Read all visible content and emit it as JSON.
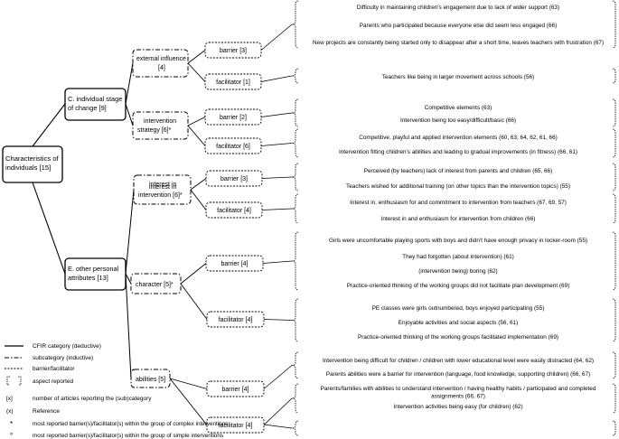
{
  "root": {
    "lines": [
      "Characteristics of",
      "individuals [15]"
    ]
  },
  "categories": [
    {
      "lines": [
        "C. individual stage",
        "of change [9]"
      ]
    },
    {
      "lines": [
        "E. other personal",
        "attributes [13]"
      ]
    }
  ],
  "subcategories": [
    {
      "lines": [
        "external influence",
        "[4]"
      ]
    },
    {
      "lines": [
        "intervention",
        "strategy [6]*"
      ]
    },
    {
      "lines": [
        "interest in",
        "interest in",
        "intervention [6]*"
      ]
    },
    {
      "lines": [
        "character [5]*"
      ]
    },
    {
      "lines": [
        "abilities [5]"
      ]
    }
  ],
  "types": [
    {
      "label": "barrier [3]"
    },
    {
      "label": "facilitator [1]"
    },
    {
      "label": "barrier [2]"
    },
    {
      "label": "facilitator [6]"
    },
    {
      "label": "barrier [3]"
    },
    {
      "label": "facilitator [4]"
    },
    {
      "label": "barrier [4]"
    },
    {
      "label": "facilitator [4]"
    },
    {
      "label": "barrier [4]"
    },
    {
      "label": "facilitator [4]"
    }
  ],
  "aspects": [
    {
      "lines": [
        "Difficulty in maintaining children's engagement due to lack of wider support (63)"
      ]
    },
    {
      "lines": [
        "Parents who participated because everyone else did seem less engaged (66)"
      ]
    },
    {
      "lines": [
        "New projects are constantly being started only to disappear after a short time, leaves teachers with frustration (67)"
      ]
    },
    {
      "lines": [
        "Teachers like being in larger movement across schools (56)"
      ]
    },
    {
      "lines": [
        "Competitive elements (63)"
      ]
    },
    {
      "lines": [
        "Intervention being too easy/difficult/basic (66)"
      ]
    },
    {
      "lines": [
        "Competitive, playful and applied intervention elements (60, 63, 64, 62, 61, 66)"
      ]
    },
    {
      "lines": [
        "Intervention fitting children's abilities and leading to gradual improvements (in fitness) (66, 61)"
      ]
    },
    {
      "lines": [
        "Perceived (by teachers) lack of interest from parents and children (65, 66)"
      ]
    },
    {
      "lines": [
        "Teachers wished for additional training (on other topics than the intervention topics) (55)"
      ]
    },
    {
      "lines": [
        "Interest in, enthusiasm for and commitment to intervention from teachers (67, 69, 57)"
      ]
    },
    {
      "lines": [
        "Interest in and enthusiasm for intervention from children (66)"
      ]
    },
    {
      "lines": [
        "Girls were uncomfortable playing sports with boys and didn't have enough privacy in locker-room (55)"
      ]
    },
    {
      "lines": [
        "They had forgotten (about intervention) (61)"
      ]
    },
    {
      "lines": [
        "(intervention being) boring (62)"
      ]
    },
    {
      "lines": [
        "Practice-oriented thinking of the working groups did not facilitate plan development (69)"
      ]
    },
    {
      "lines": [
        "PE classes were girls outnumbered, boys enjoyed participating (55)"
      ]
    },
    {
      "lines": [
        "Enjoyable activities and social aspects (56, 61)"
      ]
    },
    {
      "lines": [
        "Practice-oriented thinking of the working groups facilitated implementation (69)"
      ]
    },
    {
      "lines": [
        "Intervention being difficult for children / children with lower educational level were easily distracted (64, 62)"
      ]
    },
    {
      "lines": [
        "Parents abilities were a barrier for intervention (language, food knowledge, supporting children) (66, 67)"
      ]
    },
    {
      "lines": [
        "Parents/families with abilities to understand intervention / having healthy habits / participated and completed",
        "assignments (66, 67)"
      ]
    },
    {
      "lines": [
        "Intervention activities being easy (for children) (62)"
      ]
    }
  ],
  "legend": [
    {
      "symbol": "",
      "text": "CFIR category (deductive)"
    },
    {
      "symbol": "",
      "text": "subcategory (inductive)"
    },
    {
      "symbol": "",
      "text": "barrier/facilitator"
    },
    {
      "symbol": "",
      "text": "aspect reported"
    },
    {
      "symbol": "[x]",
      "text": "number of articles reporting the (sub)category"
    },
    {
      "symbol": "(x)",
      "text": "Reference"
    },
    {
      "symbol": "*",
      "text": "most reported barrier(s)/facilitator(s) within the group of complex interventions"
    },
    {
      "symbol": "°",
      "text": "most reported barrier(s)/facilitator(s) within the group of simple interventions"
    }
  ]
}
